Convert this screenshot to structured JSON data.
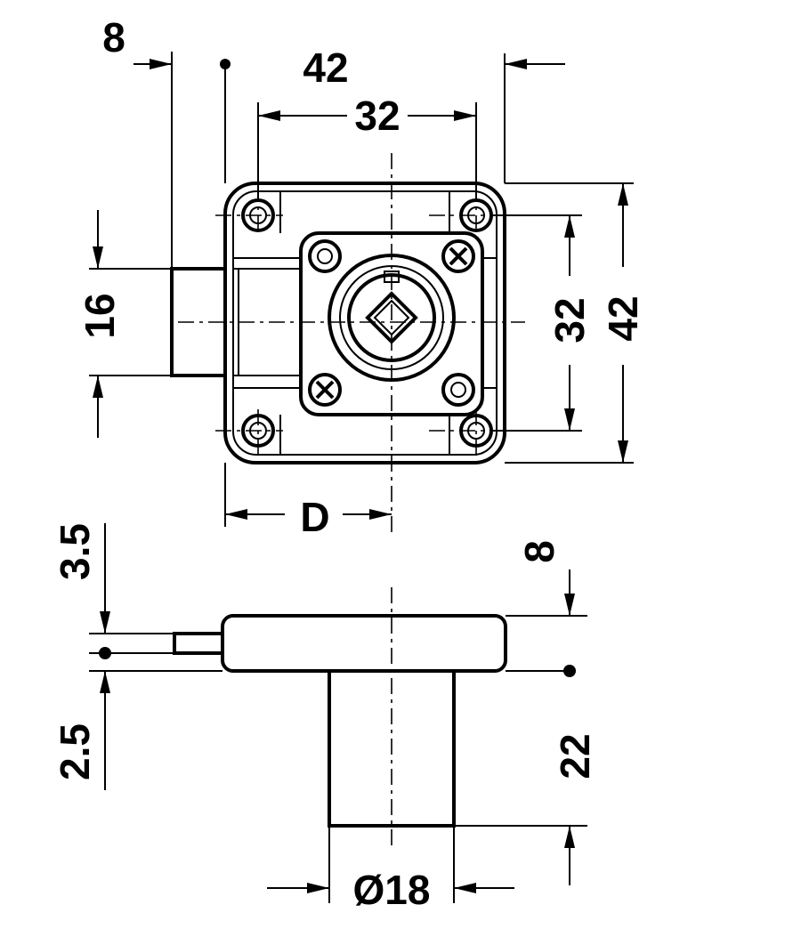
{
  "drawing": {
    "top_view": {
      "dim_bolt_offset": "8",
      "dim_outer_width": "42",
      "dim_hole_spacing_h": "32",
      "dim_bolt_height": "16",
      "dim_hole_spacing_v": "32",
      "dim_outer_height": "42",
      "dim_backset": "D"
    },
    "side_view": {
      "dim_bolt_top": "3.5",
      "dim_bolt_bottom": "2.5",
      "dim_plate_thickness": "8",
      "dim_cylinder_length": "22",
      "dim_cylinder_diameter": "Ø18"
    }
  }
}
